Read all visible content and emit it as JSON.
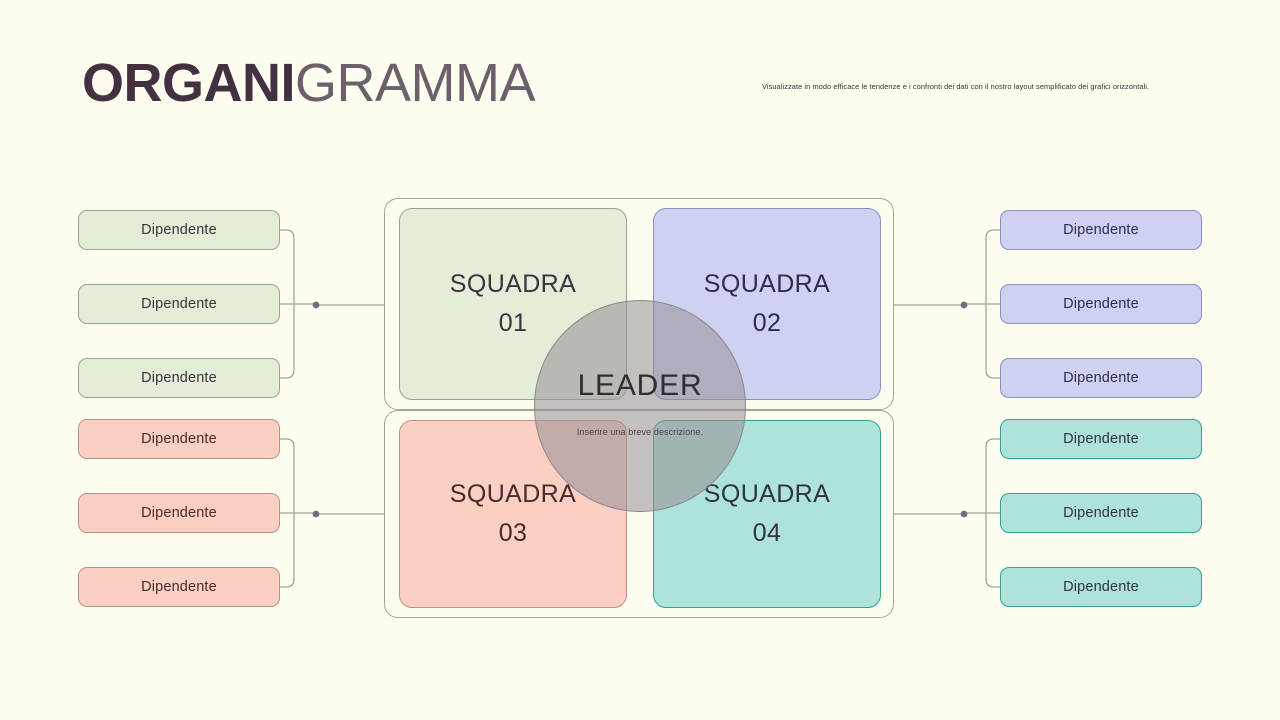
{
  "slide": {
    "title_strong": "ORGANI",
    "title_light": "GRAMMA",
    "subtitle": "Visualizzate in modo efficace le tendenze e i confronti dei dati con il nostro layout semplificato dei grafici orizzontali.",
    "background_color": "#FDFDF0"
  },
  "leader": {
    "title": "LEADER",
    "description": "Inserire una breve descrizione.",
    "fill_color": "#968E96",
    "border_color": "#8E8791"
  },
  "teams": [
    {
      "id": "team-01",
      "name_line1": "SQUADRA",
      "name_line2": "01",
      "fill_color": "#E3EDD8",
      "border_color": "#9AA58E",
      "text_color": "#3B3340",
      "side": "left",
      "row": "top"
    },
    {
      "id": "team-02",
      "name_line1": "SQUADRA",
      "name_line2": "02",
      "fill_color": "#CED2F0",
      "border_color": "#8E8FBE",
      "text_color": "#322A52",
      "side": "right",
      "row": "top"
    },
    {
      "id": "team-03",
      "name_line1": "SQUADRA",
      "name_line2": "03",
      "fill_color": "#FBCFC2",
      "border_color": "#B89289",
      "text_color": "#4A2B2B",
      "side": "left",
      "row": "bottom"
    },
    {
      "id": "team-04",
      "name_line1": "SQUADRA",
      "name_line2": "04",
      "fill_color": "#ADE3D8",
      "border_color": "#36A193",
      "text_color": "#333340",
      "side": "right",
      "row": "bottom"
    }
  ],
  "employee_groups": [
    {
      "id": "group-team-01",
      "team_id": "team-01",
      "side": "left",
      "fill_color": "#E3EDD8",
      "border_color": "#9AA58E",
      "text_color": "#3A3340",
      "employees": [
        {
          "label": "Dipendente"
        },
        {
          "label": "Dipendente"
        },
        {
          "label": "Dipendente"
        }
      ]
    },
    {
      "id": "group-team-02",
      "team_id": "team-02",
      "side": "right",
      "fill_color": "#CED2F0",
      "border_color": "#8E8FBE",
      "text_color": "#322A52",
      "employees": [
        {
          "label": "Dipendente"
        },
        {
          "label": "Dipendente"
        },
        {
          "label": "Dipendente"
        }
      ]
    },
    {
      "id": "group-team-03",
      "team_id": "team-03",
      "side": "left",
      "fill_color": "#FBCFC2",
      "border_color": "#B89289",
      "text_color": "#4A2B2B",
      "employees": [
        {
          "label": "Dipendente"
        },
        {
          "label": "Dipendente"
        },
        {
          "label": "Dipendente"
        }
      ]
    },
    {
      "id": "group-team-04",
      "team_id": "team-04",
      "side": "right",
      "fill_color": "#ADE3D8",
      "border_color": "#36A193",
      "text_color": "#333340",
      "employees": [
        {
          "label": "Dipendente"
        },
        {
          "label": "Dipendente"
        },
        {
          "label": "Dipendente"
        }
      ]
    }
  ],
  "connectors": {
    "line_color": "#A9A396",
    "node_color": "#7C6A78"
  }
}
